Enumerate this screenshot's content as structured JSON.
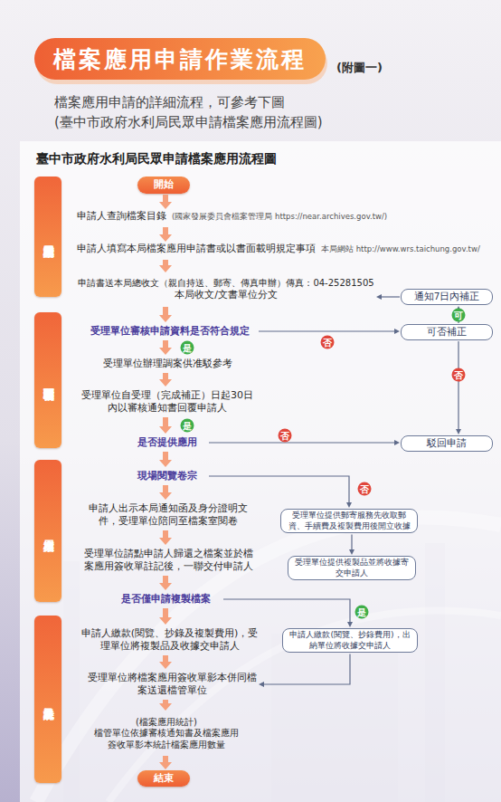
{
  "diagram": {
    "title": "檔案應用申請作業流程",
    "nodes": [
      {
        "text": [
          "民眾申請檔案應用服務"
        ]
      },
      {
        "text": [
          "開始"
        ]
      },
      {
        "text": [
          "申請人查詢檔案目錄",
          "(國家發展委員會檔案管理局 https://near.archives.gov.tw/)"
        ]
      },
      {
        "text": [
          "申請人填寫本局檔案應用申請書或以書面載明規定事項",
          "本局網站 http://www.wrs.taichung.gov.tw/"
        ]
      },
      {
        "text": [
          "申請書送本局總收文（親自持送、郵寄、傳真申辦）傳真：04-25281505",
          "本局收文/文書單位分文"
        ]
      },
      {
        "text": [
          "通知7日內補正"
        ]
      },
      {
        "text": [
          "機關審核及書面回覆"
        ]
      },
      {
        "text": [
          "受理單位審核申請資料是否符合規定"
        ]
      },
      {
        "text": [
          "可否補正"
        ]
      },
      {
        "text": [
          "受理單位辦理調案供准駁參考"
        ]
      },
      {
        "text": [
          "受理單位自受理（完成補正）日起30日內以審核通知書回覆申請人"
        ]
      },
      {
        "text": [
          "是否提供應用"
        ]
      },
      {
        "text": [
          "駁回申請"
        ]
      },
      {
        "text": [
          "應用檔案"
        ]
      },
      {
        "text": [
          "現場閱覽卷宗"
        ]
      },
      {
        "text": [
          "申請人出示本局通知函及身分證明文件，受理單位陪同至檔案室閱卷"
        ]
      },
      {
        "text": [
          "受理單位提供郵寄服務先收取郵資、手續費及複製費用後開立收據"
        ]
      },
      {
        "text": [
          "受理單位請點申請人歸還之檔案並於檔案應用簽收單註記後，一聯交付申請人"
        ]
      },
      {
        "text": [
          "受理單位提供複製品並將收據寄交申請人"
        ]
      },
      {
        "text": [
          "是否僅申請複製檔案"
        ]
      },
      {
        "text": [
          "還卷及統計"
        ]
      },
      {
        "text": [
          "申請人繳款(閱覽、抄錄及複製費用)，受理單位將複製品及收據交申請人"
        ]
      },
      {
        "text": [
          "申請人繳款(閱覽、抄錄費用)，出納單位將收據交申請人"
        ]
      },
      {
        "text": [
          "受理單位將檔案應用簽收單影本併同檔案送還檔管單位"
        ]
      },
      {
        "text": [
          "(檔案應用統計)",
          "檔管單位依據審核通知書及檔案應用簽收單影本統計檔案應用數量"
        ]
      },
      {
        "text": [
          "結束"
        ]
      }
    ],
    "edges": [
      {
        "from": 1,
        "to": 2,
        "arrow": "to"
      },
      {
        "from": 2,
        "to": 3,
        "arrow": "to"
      },
      {
        "from": 3,
        "to": 4,
        "arrow": "to"
      },
      {
        "from": 4,
        "to": 7,
        "arrow": "to"
      },
      {
        "from": 7,
        "to": 9,
        "label": "是",
        "arrow": "to"
      },
      {
        "from": 7,
        "to": 8,
        "label": "否",
        "arrow": "to"
      },
      {
        "from": 8,
        "to": 5,
        "label": "可",
        "arrow": "to"
      },
      {
        "from": 5,
        "to": 4,
        "arrow": "to"
      },
      {
        "from": 8,
        "to": 12,
        "label": "否",
        "arrow": "to"
      },
      {
        "from": 9,
        "to": 10,
        "arrow": "to"
      },
      {
        "from": 10,
        "to": 11,
        "label": "是",
        "arrow": "to"
      },
      {
        "from": 11,
        "to": 12,
        "label": "否",
        "arrow": "to"
      },
      {
        "from": 11,
        "to": 14,
        "arrow": "to"
      },
      {
        "from": 14,
        "to": 15,
        "arrow": "to"
      },
      {
        "from": 14,
        "to": 16,
        "label": "否",
        "arrow": "to"
      },
      {
        "from": 15,
        "to": 17,
        "arrow": "to"
      },
      {
        "from": 16,
        "to": 18,
        "arrow": "to"
      },
      {
        "from": 17,
        "to": 19,
        "arrow": "to"
      },
      {
        "from": 19,
        "to": 22,
        "label": "是",
        "arrow": "to"
      },
      {
        "from": 19,
        "to": 21,
        "arrow": "to"
      },
      {
        "from": 21,
        "to": 23,
        "arrow": "to"
      },
      {
        "from": 22,
        "to": 23,
        "arrow": "to"
      },
      {
        "from": 23,
        "to": 24,
        "arrow": "to"
      },
      {
        "from": 24,
        "to": 25,
        "arrow": "to"
      }
    ],
    "labels": [
      "(附圖一)",
      "檔案應用申請的詳細流程，可參考下圖",
      "(臺中市政府水利局民眾申請檔案應用流程圖)",
      "臺中市政府水利局民眾申請檔案應用流程圖"
    ]
  }
}
